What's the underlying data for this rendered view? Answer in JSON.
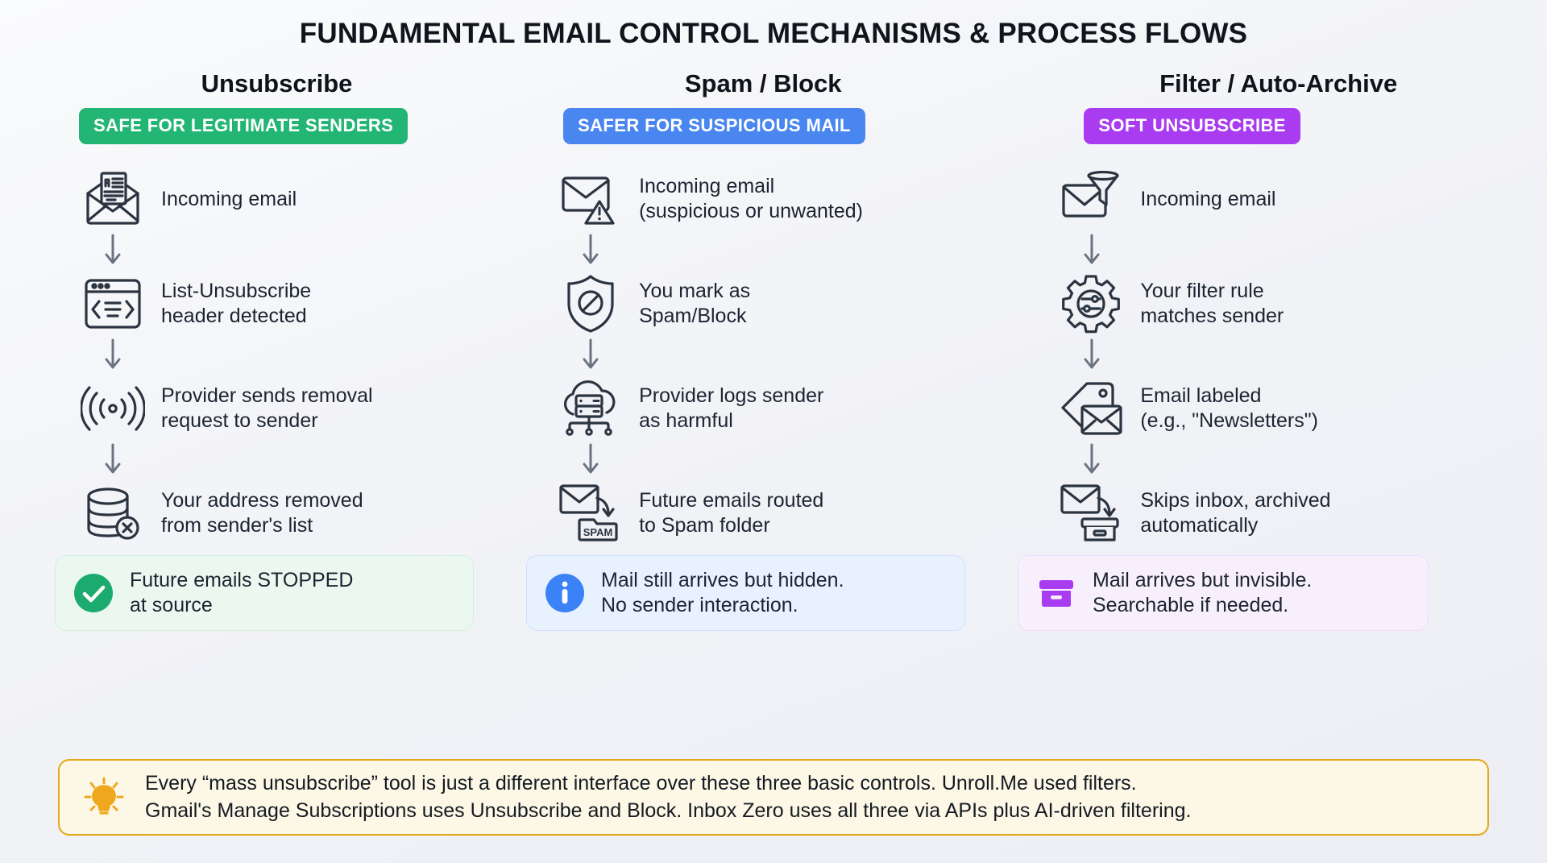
{
  "header": {
    "title": "FUNDAMENTAL EMAIL CONTROL MECHANISMS & PROCESS FLOWS"
  },
  "colors": {
    "green": "#22b573",
    "blue": "#4a86f0",
    "purple": "#a93cf0",
    "amber": "#e3a81c",
    "ink": "#2b3440",
    "arrow": "#6b7280",
    "background": "#f1f2f6"
  },
  "columns": [
    {
      "heading": "Unsubscribe",
      "badge": {
        "label": "SAFE FOR LEGITIMATE SENDERS",
        "color": "#22b573"
      },
      "steps": [
        {
          "icon": "newsletter-envelope-icon",
          "text": "Incoming email"
        },
        {
          "icon": "code-window-icon",
          "text": "List-Unsubscribe\nheader detected"
        },
        {
          "icon": "broadcast-signal-icon",
          "text": "Provider sends removal\nrequest to sender"
        },
        {
          "icon": "database-remove-icon",
          "text": "Your address removed\nfrom sender's list"
        }
      ],
      "outcome": {
        "icon": "check-circle-icon",
        "text": "Future emails STOPPED\nat source",
        "accent": "#22b573",
        "background": "#eaf8f0",
        "border": "#d4eede"
      }
    },
    {
      "heading": "Spam / Block",
      "badge": {
        "label": "SAFER FOR SUSPICIOUS MAIL",
        "color": "#4a86f0"
      },
      "steps": [
        {
          "icon": "envelope-warning-icon",
          "text": "Incoming email\n(suspicious or unwanted)"
        },
        {
          "icon": "shield-block-icon",
          "text": "You mark as\nSpam/Block"
        },
        {
          "icon": "cloud-server-icon",
          "text": "Provider logs sender\nas harmful"
        },
        {
          "icon": "envelope-to-spam-folder-icon",
          "text": "Future emails routed\nto Spam folder"
        }
      ],
      "outcome": {
        "icon": "info-circle-icon",
        "text": "Mail still arrives but hidden.\nNo sender interaction.",
        "accent": "#4a86f0",
        "background": "#e8f1fe",
        "border": "#cfe0fb"
      }
    },
    {
      "heading": "Filter / Auto-Archive",
      "badge": {
        "label": "SOFT UNSUBSCRIBE",
        "color": "#a93cf0"
      },
      "steps": [
        {
          "icon": "envelope-funnel-icon",
          "text": "Incoming email"
        },
        {
          "icon": "gear-sliders-icon",
          "text": "Your filter rule\nmatches sender"
        },
        {
          "icon": "tag-envelope-icon",
          "text": "Email labeled\n(e.g., \"Newsletters\")"
        },
        {
          "icon": "envelope-to-archive-icon",
          "text": "Skips inbox, archived\nautomatically"
        }
      ],
      "outcome": {
        "icon": "archive-box-icon",
        "text": "Mail arrives but invisible.\nSearchable if needed.",
        "accent": "#a93cf0",
        "background": "#f8effd",
        "border": "#eedcfb"
      }
    }
  ],
  "footer": {
    "icon": "lightbulb-icon",
    "text": "Every “mass unsubscribe” tool is just a different interface over these three basic controls. Unroll.Me used filters.\nGmail's Manage Subscriptions uses Unsubscribe and Block. Inbox Zero uses all three via APIs plus AI-driven filtering."
  },
  "spam_folder_label": "SPAM"
}
